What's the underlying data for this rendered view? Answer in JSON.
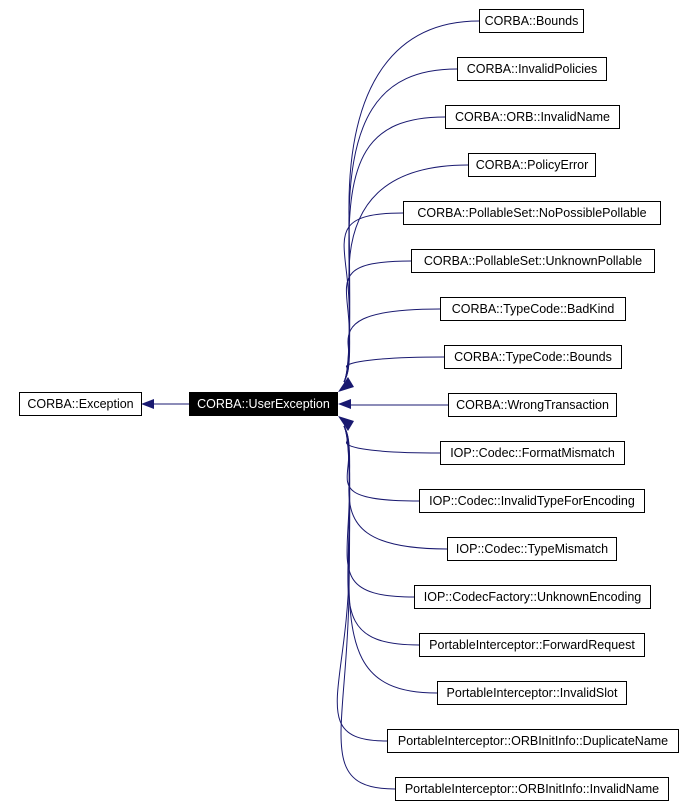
{
  "colors": {
    "edge": "#191970",
    "current_bg": "#000000",
    "current_fg": "#ffffff"
  },
  "base": {
    "label": "CORBA::Exception"
  },
  "current": {
    "label": "CORBA::UserException"
  },
  "derived": [
    {
      "label": "CORBA::Bounds"
    },
    {
      "label": "CORBA::InvalidPolicies"
    },
    {
      "label": "CORBA::ORB::InvalidName"
    },
    {
      "label": "CORBA::PolicyError"
    },
    {
      "label": "CORBA::PollableSet::NoPossiblePollable"
    },
    {
      "label": "CORBA::PollableSet::UnknownPollable"
    },
    {
      "label": "CORBA::TypeCode::BadKind"
    },
    {
      "label": "CORBA::TypeCode::Bounds"
    },
    {
      "label": "CORBA::WrongTransaction"
    },
    {
      "label": "IOP::Codec::FormatMismatch"
    },
    {
      "label": "IOP::Codec::InvalidTypeForEncoding"
    },
    {
      "label": "IOP::Codec::TypeMismatch"
    },
    {
      "label": "IOP::CodecFactory::UnknownEncoding"
    },
    {
      "label": "PortableInterceptor::ForwardRequest"
    },
    {
      "label": "PortableInterceptor::InvalidSlot"
    },
    {
      "label": "PortableInterceptor::ORBInitInfo::DuplicateName"
    },
    {
      "label": "PortableInterceptor::ORBInitInfo::InvalidName"
    }
  ]
}
